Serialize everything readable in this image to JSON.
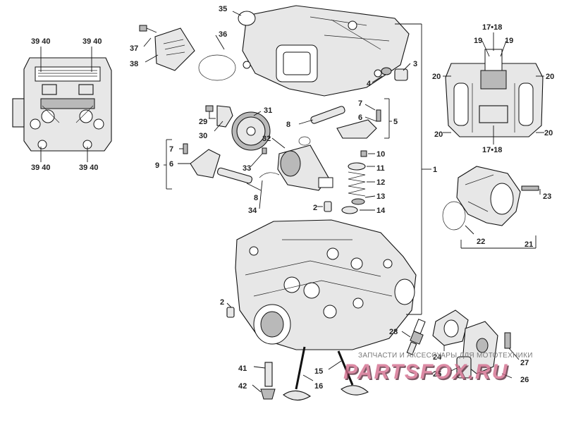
{
  "callouts": {
    "n1": "1",
    "n2a": "2",
    "n2b": "2",
    "n3": "3",
    "n4": "4",
    "n5": "5",
    "n6a": "6",
    "n6b": "6",
    "n7a": "7",
    "n7b": "7",
    "n8a": "8",
    "n8b": "8",
    "n9": "9",
    "n10": "10",
    "n11": "11",
    "n12": "12",
    "n13": "13",
    "n14": "14",
    "n15": "15",
    "n16": "16",
    "n17_18a": "17•18",
    "n17_18b": "17•18",
    "n19a": "19",
    "n19b": "19",
    "n20a": "20",
    "n20b": "20",
    "n20c": "20",
    "n20d": "20",
    "n21": "21",
    "n22": "22",
    "n23": "23",
    "n24": "24",
    "n25": "25",
    "n26": "26",
    "n27": "27",
    "n28": "28",
    "n29": "29",
    "n30": "30",
    "n31": "31",
    "n32": "32",
    "n33": "33",
    "n34": "34",
    "n35": "35",
    "n36": "36",
    "n37": "37",
    "n38": "38",
    "n3940a": "39 40",
    "n3940b": "39 40",
    "n3940c": "39 40",
    "n3940d": "39 40",
    "n41": "41",
    "n42": "42"
  },
  "watermark": {
    "subtitle": "ЗАПЧАСТИ И АКСЕССУАРЫ ДЛЯ МОТОТЕХНИКИ",
    "logo": "PARTSFOX.RU"
  }
}
